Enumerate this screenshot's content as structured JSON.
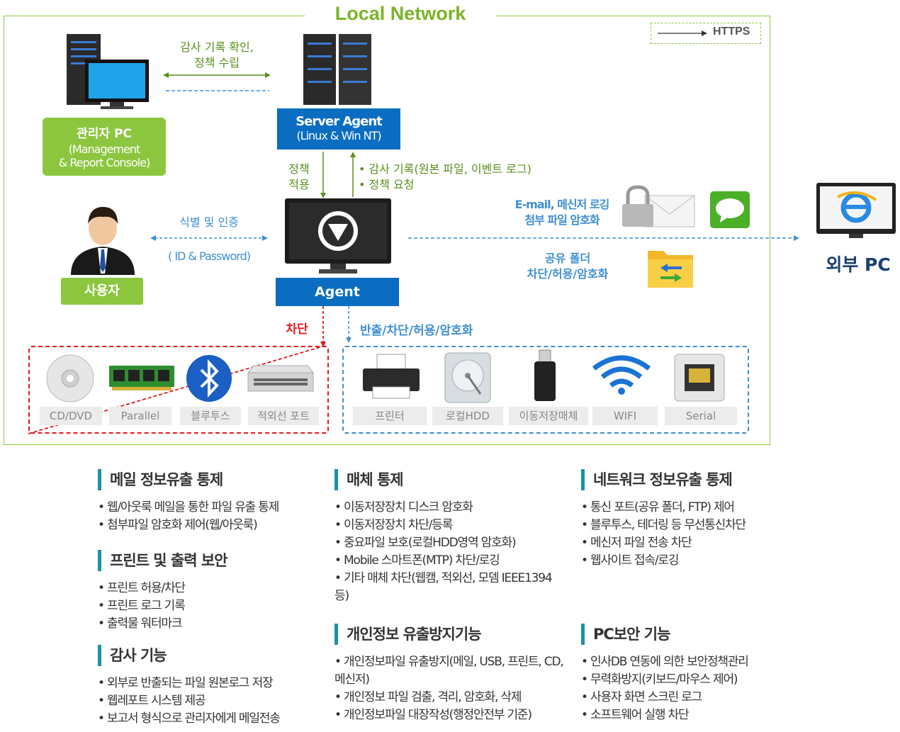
{
  "network_title": "Local Network",
  "legend_label": "HTTPS",
  "admin_label_line1": "관리자 PC",
  "admin_label_line2": "(Management",
  "admin_label_line3": "& Report Console)",
  "admin_link_line1": "감사 기록 확인,",
  "admin_link_line2": "정책 수립",
  "server_label_line1": "Server Agent",
  "server_label_line2": "(Linux & Win NT)",
  "policy_apply_line1": "정책",
  "policy_apply_line2": "적용",
  "audit_items": [
    "감사 기록(원본 파일, 이벤트 로그)",
    "정책 요청"
  ],
  "user_label": "사용자",
  "auth_line1": "식별 및 인증",
  "auth_line2": "( ID & Password)",
  "agent_label": "Agent",
  "mail_line1": "E-mail, 메신저 로깅",
  "mail_line2": "첨부 파일 암호화",
  "share_line1": "공유 폴더",
  "share_line2": "차단/허용/암호화",
  "external_label": "외부 PC",
  "block_label": "차단",
  "control_label": "반출/차단/허용/암호화",
  "blocked_devices": [
    "CD/DVD",
    "Parallel",
    "블루투스",
    "적외선 포트"
  ],
  "controlled_devices": [
    "프린터",
    "로컬HDD",
    "이동저장매체",
    "WIFI",
    "Serial"
  ],
  "colors": {
    "green": "#8cc63f",
    "blue": "#0a6dc1",
    "red": "#e0191f",
    "accent": "#1e90a8"
  },
  "sections": {
    "mail": {
      "title": "메일 정보유출 통제",
      "items": [
        "웹/아웃룩 메일을 통한 파일 유출 통제",
        "첨부파일 암호화 제어(웹/아웃룩)"
      ]
    },
    "print": {
      "title": "프린트 및 출력 보안",
      "items": [
        "프린트 허용/차단",
        "프린트 로그 기록",
        "출력물 워터마크"
      ]
    },
    "audit": {
      "title": "감사 기능",
      "items": [
        "외부로 반출되는 파일 원본로그 저장",
        "웹레포트 시스템 제공",
        "보고서 형식으로 관리자에게 메일전송"
      ]
    },
    "media": {
      "title": "매체 통제",
      "items": [
        "이동저장장치 디스크 암호화",
        "이동저장장치 차단/등록",
        "중요파일 보호(로컬HDD영역 암호화)",
        "Mobile 스마트폰(MTP) 차단/로깅",
        "기타 매체 차단(웹캠, 적외선, 모뎀 IEEE1394등)"
      ]
    },
    "privacy": {
      "title": "개인정보 유출방지기능",
      "items": [
        "개인정보파일 유출방지(메일, USB, 프린트, CD, 메신저)",
        "개인정보 파일 검출, 격리, 암호화, 삭제",
        "개인정보파일 대장작성(행정안전부 기준)"
      ]
    },
    "network": {
      "title": "네트워크 정보유출 통제",
      "items": [
        "통신 포트(공유 폴더, FTP) 제어",
        "블루투스, 테더링 등 무선통신차단",
        "메신저 파일 전송 차단",
        "웹사이트 접속/로깅"
      ]
    },
    "pcsec": {
      "title": "PC보안 기능",
      "items": [
        "인사DB 연동에 의한 보안정책관리",
        "무력화방지(키보드/마우스 제어)",
        "사용자 화면 스크린 로그",
        "소프트웨어 실행 차단"
      ]
    }
  }
}
